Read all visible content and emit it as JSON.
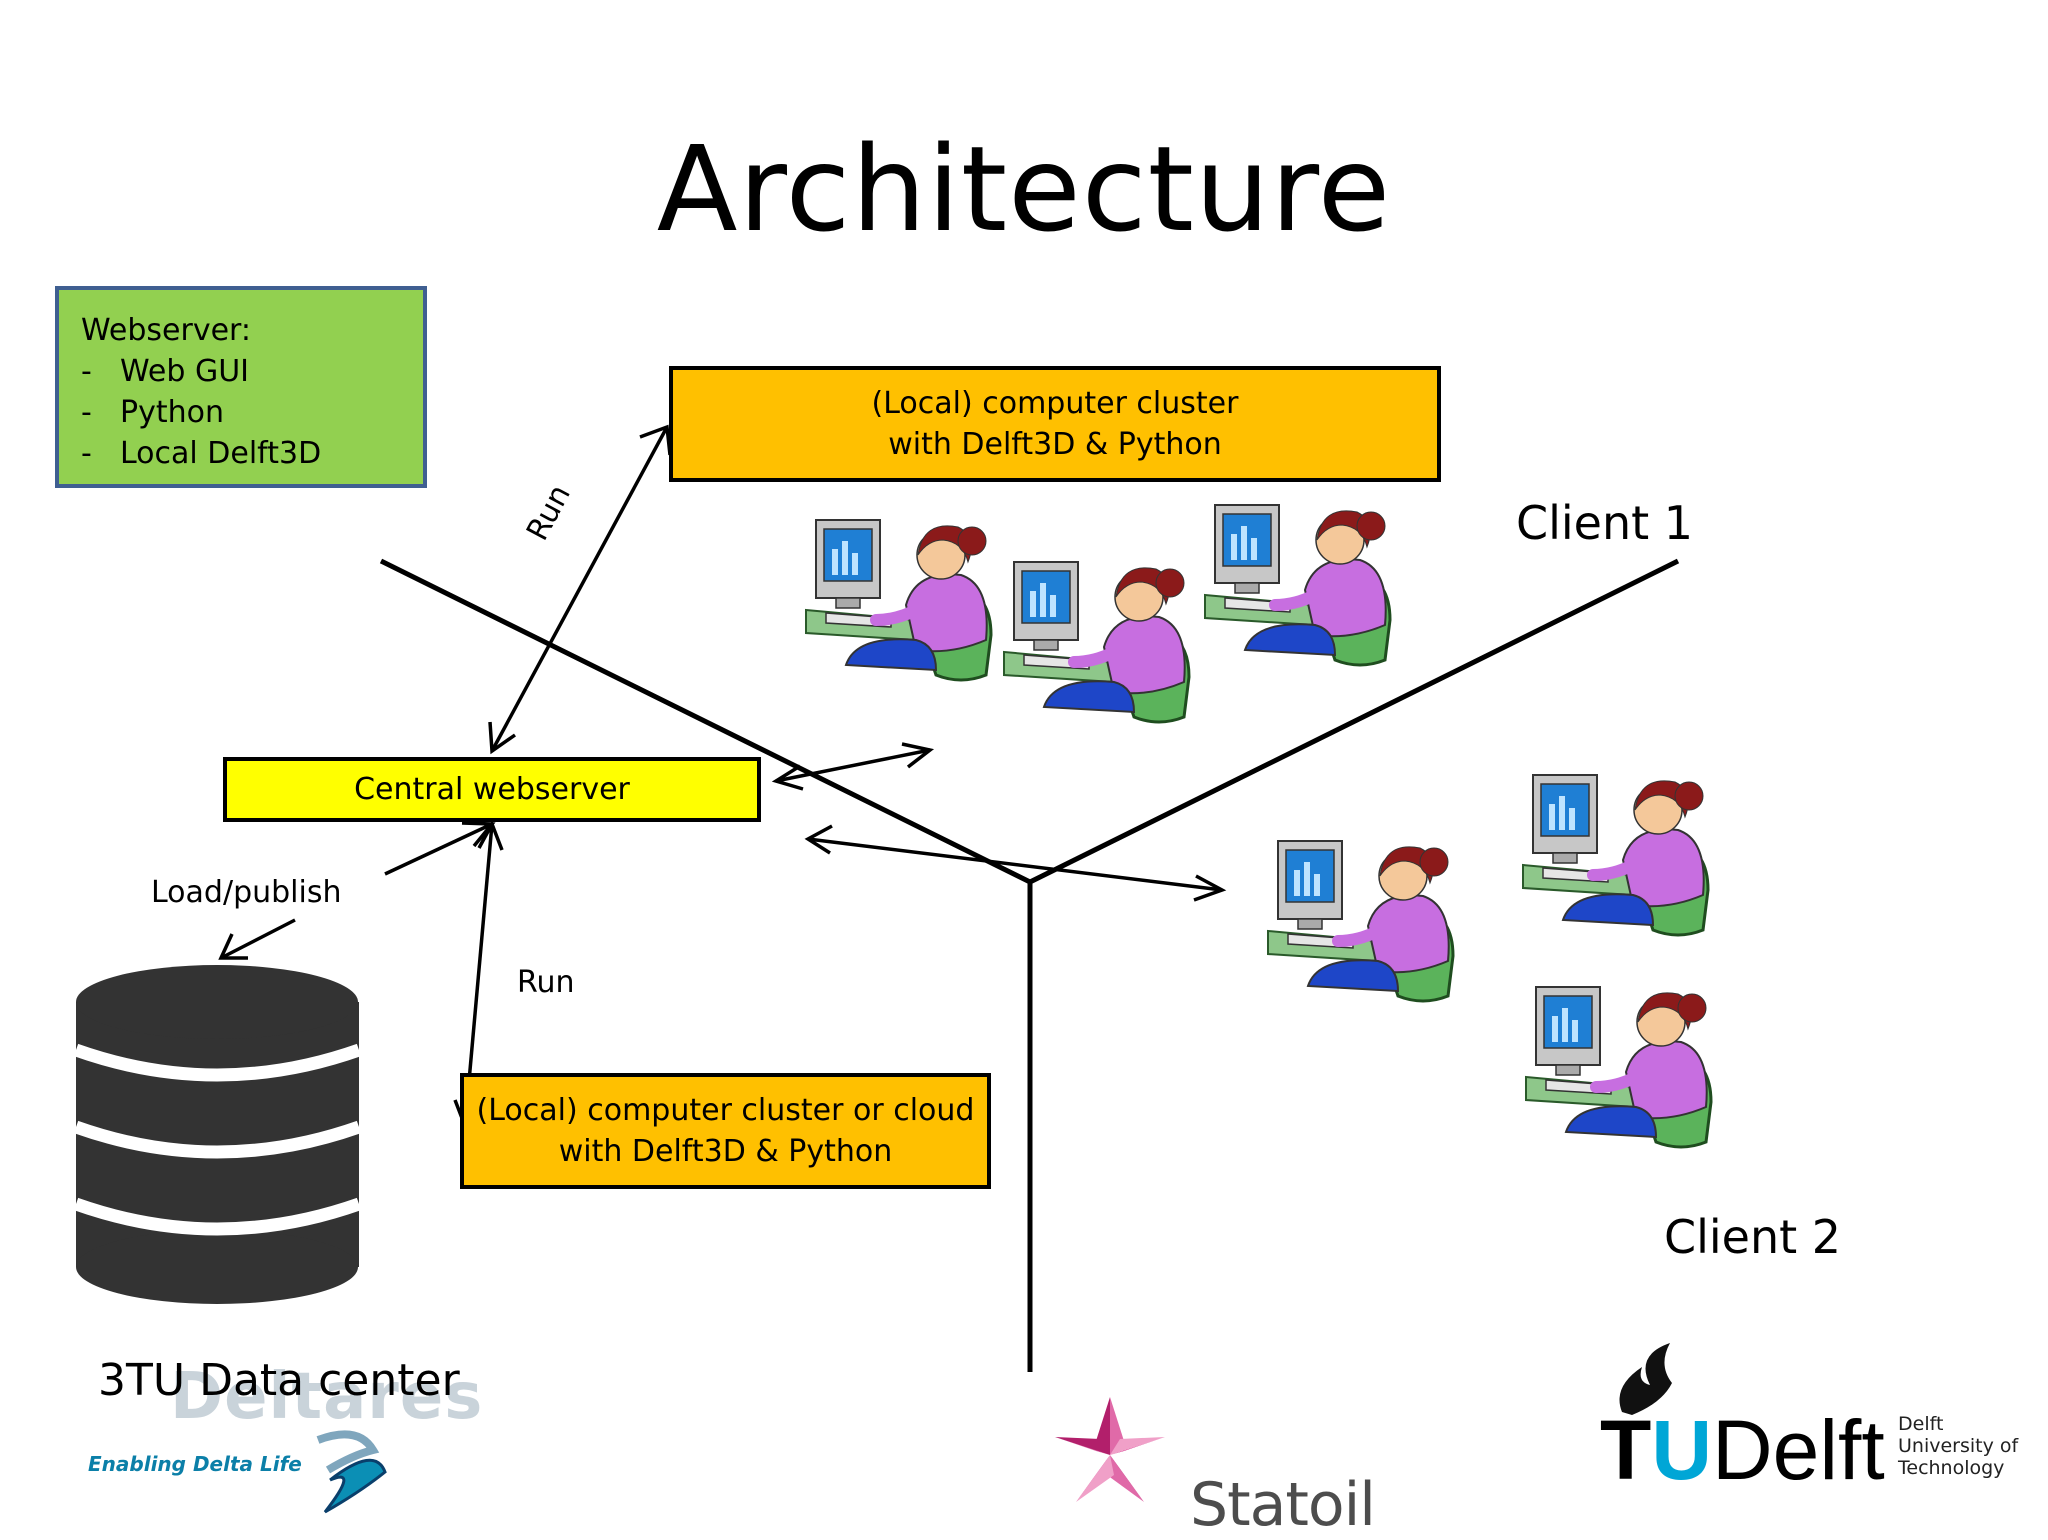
{
  "title": "Architecture",
  "webserver_box": {
    "heading": "Webserver:",
    "items": [
      "Web GUI",
      "Python",
      "Local Delft3D"
    ]
  },
  "cluster_top": {
    "line1": "(Local) computer cluster",
    "line2": "with Delft3D & Python"
  },
  "central_webserver": "Central webserver",
  "cluster_bottom": {
    "line1": "(Local) computer cluster or cloud",
    "line2": "with Delft3D & Python"
  },
  "labels": {
    "run_top": "Run",
    "run_bottom": "Run",
    "load_publish": "Load/publish",
    "client1": "Client 1",
    "client2": "Client 2",
    "data_center": "3TU Data center"
  },
  "logos": {
    "deltares_name": "Deltares",
    "deltares_tagline": "Enabling Delta Life",
    "statoil_name": "Statoil",
    "tudelft_tu": "TU",
    "tudelft_delft": "Delft",
    "tudelft_sub": [
      "Delft",
      "University of",
      "Technology"
    ]
  },
  "colors": {
    "green_box": "#92d050",
    "orange_box": "#ffc000",
    "yellow_box": "#ffff00",
    "tudelft_blue": "#00a6d6",
    "statoil_pink": "#d22a84"
  },
  "icons": [
    "database-icon",
    "user-at-computer-icon",
    "statoil-star-icon",
    "tudelft-flame-icon",
    "deltares-wave-icon"
  ]
}
